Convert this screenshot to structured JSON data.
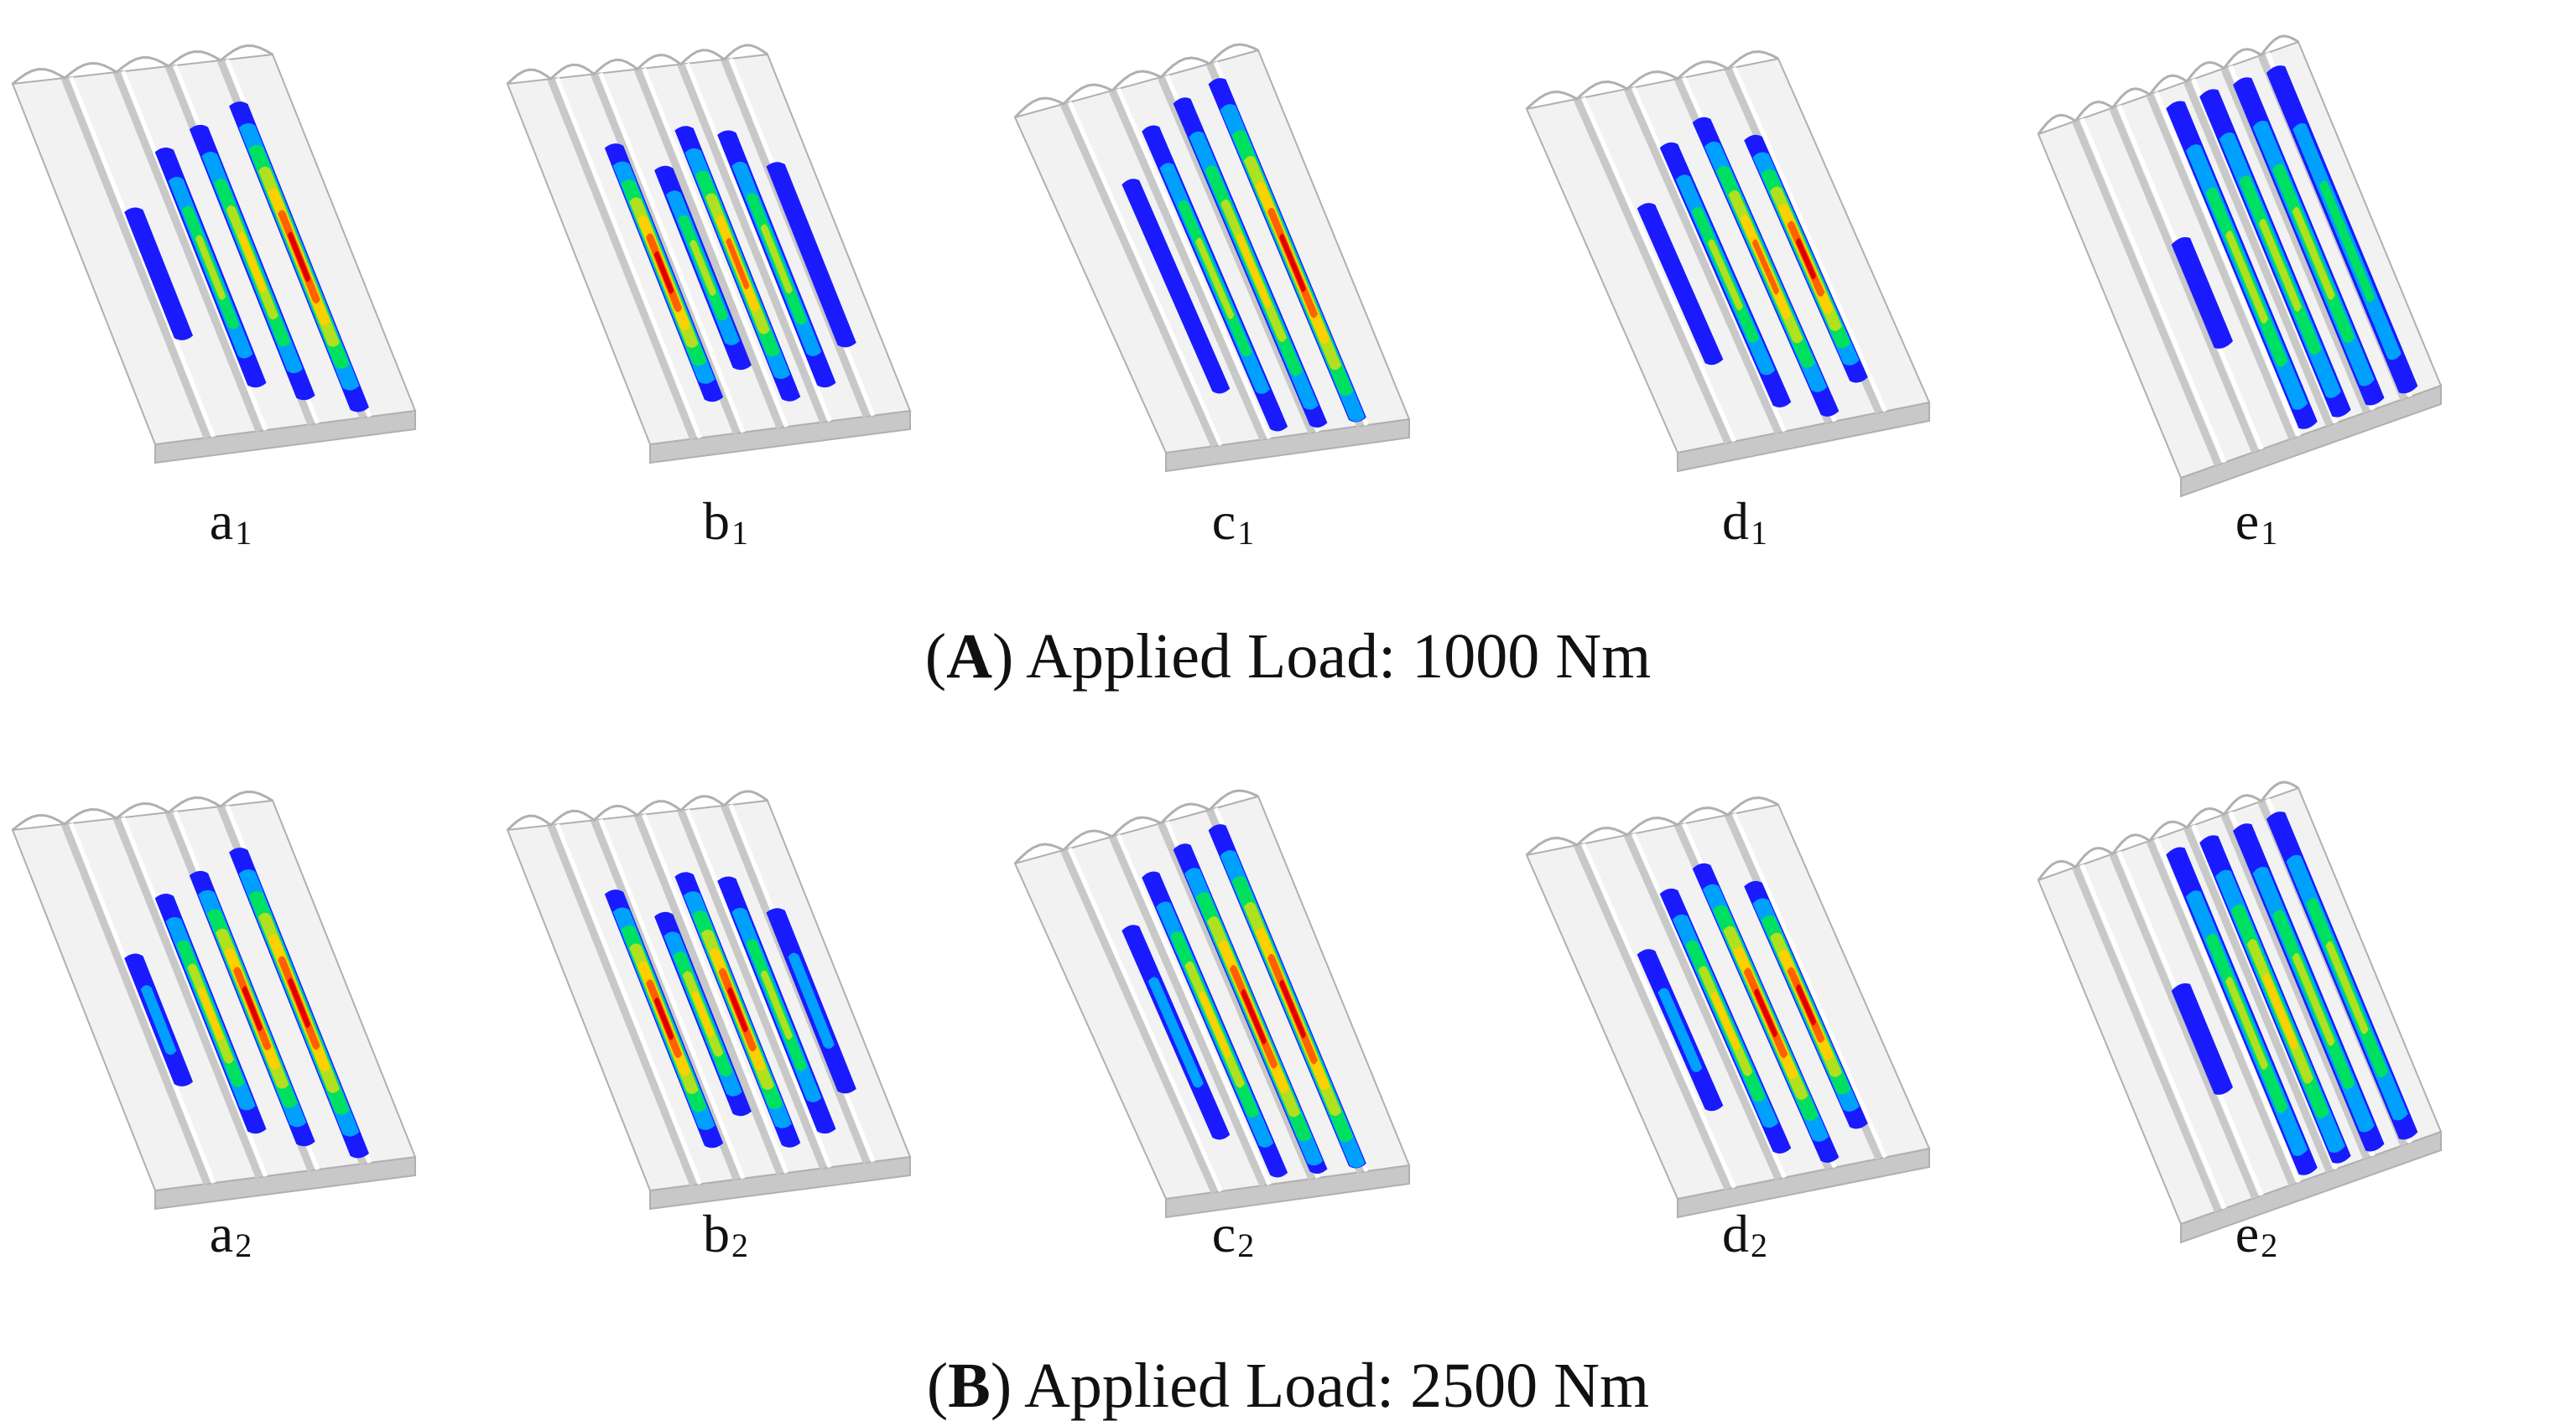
{
  "rows": [
    {
      "id": "A",
      "caption": {
        "open": "(",
        "letter": "A",
        "close": ")",
        "text": " Applied Load: 1000 Nm"
      },
      "panels": [
        {
          "letter": "a",
          "sub": "1",
          "model": "a",
          "intensity": 1.0
        },
        {
          "letter": "b",
          "sub": "1",
          "model": "b",
          "intensity": 1.0
        },
        {
          "letter": "c",
          "sub": "1",
          "model": "c",
          "intensity": 1.0
        },
        {
          "letter": "d",
          "sub": "1",
          "model": "d",
          "intensity": 1.0
        },
        {
          "letter": "e",
          "sub": "1",
          "model": "e",
          "intensity": 1.0
        }
      ]
    },
    {
      "id": "B",
      "caption": {
        "open": "(",
        "letter": "B",
        "close": ")",
        "text": " Applied Load: 2500 Nm"
      },
      "panels": [
        {
          "letter": "a",
          "sub": "2",
          "model": "a",
          "intensity": 1.25
        },
        {
          "letter": "b",
          "sub": "2",
          "model": "b",
          "intensity": 1.25
        },
        {
          "letter": "c",
          "sub": "2",
          "model": "c",
          "intensity": 1.25
        },
        {
          "letter": "d",
          "sub": "2",
          "model": "d",
          "intensity": 1.25
        },
        {
          "letter": "e",
          "sub": "2",
          "model": "e",
          "intensity": 1.25
        }
      ]
    }
  ],
  "colors": {
    "background": "#ffffff",
    "surface": "#f2f2f2",
    "surface_shade": "#c8c8c8",
    "edge": "#b0b0b0",
    "contour": [
      "#1a1aff",
      "#00a0ff",
      "#00e060",
      "#b0e020",
      "#ffd000",
      "#ff6000",
      "#e00000"
    ]
  }
}
